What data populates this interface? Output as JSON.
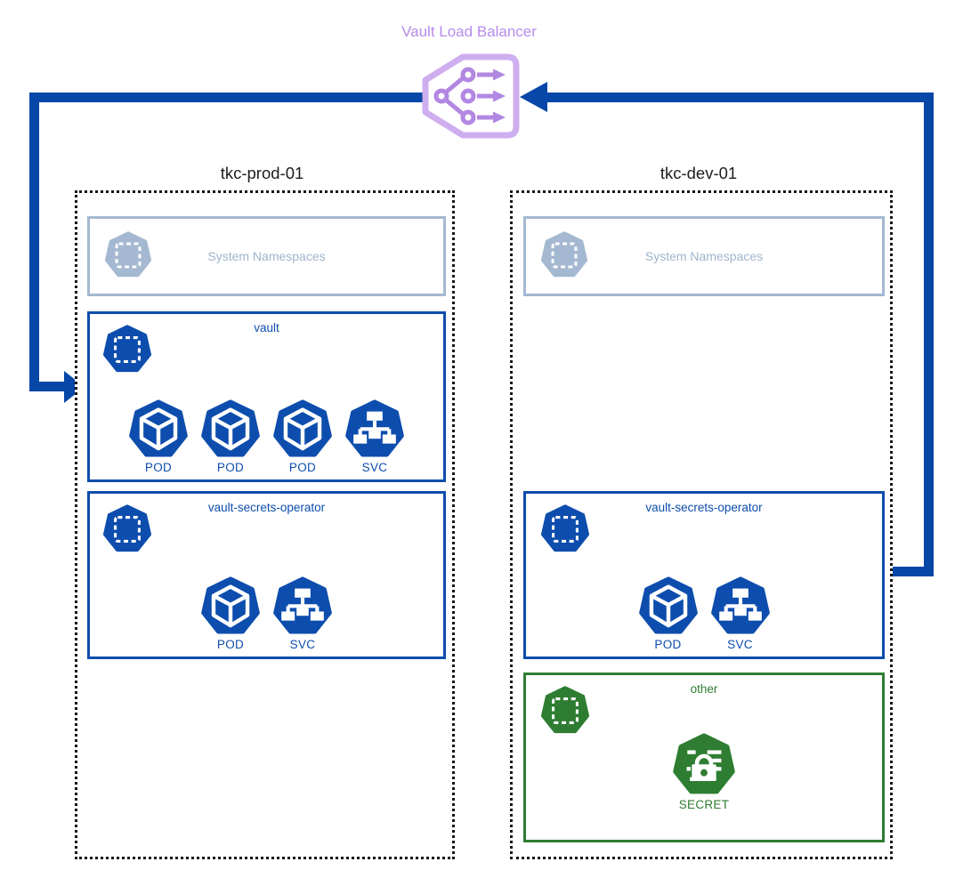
{
  "colors": {
    "blue": "#0d4dad",
    "line_blue": "#0647a8",
    "gray_blue": "#a4b9d1",
    "green": "#2e7d32",
    "purple_outline": "#cfaef0",
    "purple_inner": "#b287e2",
    "purple_text": "#b78bec",
    "border_black": "#161616"
  },
  "load_balancer": {
    "label": "Vault Load Balancer",
    "icon": "load-balancer-icon"
  },
  "flows": [
    {
      "name": "lb-to-prod-vault",
      "from": "Vault Load Balancer",
      "to": "tkc-prod-01 / vault",
      "arrow": "into vault namespace"
    },
    {
      "name": "dev-vso-to-lb",
      "from": "tkc-dev-01 / vault-secrets-operator",
      "to": "Vault Load Balancer",
      "arrow": "into load balancer"
    }
  ],
  "clusters": [
    {
      "title": "tkc-prod-01",
      "namespaces": [
        {
          "label": "System Namespaces",
          "kind": "system",
          "icon": "namespace-icon",
          "workloads": []
        },
        {
          "label": "vault",
          "kind": "app",
          "icon": "namespace-icon",
          "workloads": [
            {
              "label": "POD",
              "icon": "pod-icon"
            },
            {
              "label": "POD",
              "icon": "pod-icon"
            },
            {
              "label": "POD",
              "icon": "pod-icon"
            },
            {
              "label": "SVC",
              "icon": "service-icon"
            }
          ]
        },
        {
          "label": "vault-secrets-operator",
          "kind": "app",
          "icon": "namespace-icon",
          "workloads": [
            {
              "label": "POD",
              "icon": "pod-icon"
            },
            {
              "label": "SVC",
              "icon": "service-icon"
            }
          ]
        }
      ]
    },
    {
      "title": "tkc-dev-01",
      "namespaces": [
        {
          "label": "System Namespaces",
          "kind": "system",
          "icon": "namespace-icon",
          "workloads": []
        },
        {
          "label": "vault-secrets-operator",
          "kind": "app",
          "icon": "namespace-icon",
          "workloads": [
            {
              "label": "POD",
              "icon": "pod-icon"
            },
            {
              "label": "SVC",
              "icon": "service-icon"
            }
          ]
        },
        {
          "label": "other",
          "kind": "other",
          "icon": "namespace-icon",
          "workloads": [
            {
              "label": "SECRET",
              "icon": "secret-icon"
            }
          ]
        }
      ]
    }
  ]
}
